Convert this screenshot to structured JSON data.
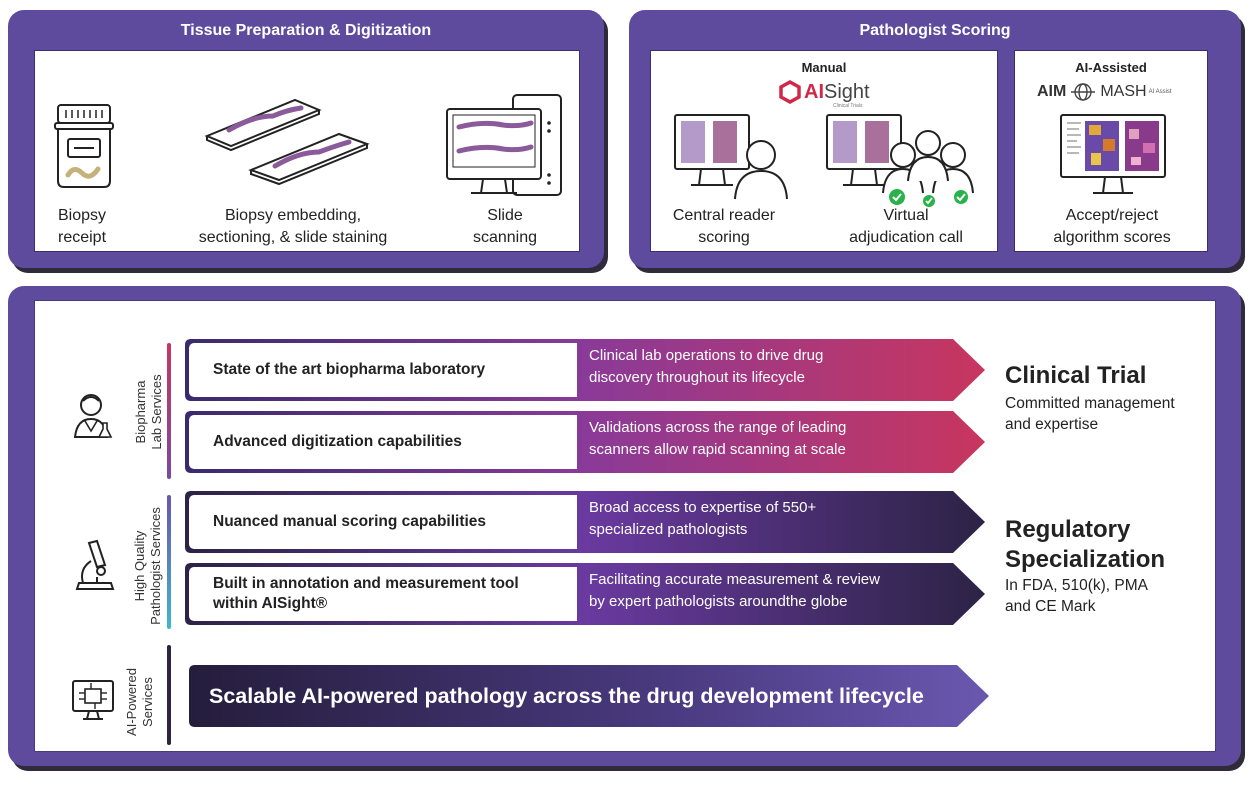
{
  "tissue": {
    "title": "Tissue Preparation & Digitization",
    "steps": [
      {
        "line1": "Biopsy",
        "line2": "receipt"
      },
      {
        "line1": "Biopsy embedding,",
        "line2": "sectioning, & slide staining"
      },
      {
        "line1": "Slide",
        "line2": "scanning"
      }
    ]
  },
  "scoring": {
    "title": "Pathologist Scoring",
    "manual": {
      "label": "Manual",
      "logo_ai": "AI",
      "logo_sight": "Sight",
      "logo_tag": "Clinical Trials",
      "steps": [
        {
          "line1": "Central reader",
          "line2": "scoring"
        },
        {
          "line1": "Virtual",
          "line2": "adjudication call"
        }
      ]
    },
    "assisted": {
      "label": "AI-Assisted",
      "logo_aim": "AIM",
      "logo_mash": "MASH",
      "logo_tag": "AI Assist",
      "step": {
        "line1": "Accept/reject",
        "line2": "algorithm scores"
      }
    }
  },
  "services": {
    "groups": [
      {
        "line1": "Biopharma",
        "line2": "Lab Services"
      },
      {
        "line1": "High Quality",
        "line2": "Pathologist Services"
      },
      {
        "line1": "AI-Powered",
        "line2": "Services"
      }
    ],
    "rows": [
      {
        "label": "State of the art biopharma laboratory",
        "desc1": "Clinical lab operations to drive drug",
        "desc2": "discovery throughout its lifecycle"
      },
      {
        "label": "Advanced digitization capabilities",
        "desc1": "Validations across the range of leading",
        "desc2": "scanners allow rapid scanning at scale"
      },
      {
        "label": "Nuanced manual scoring capabilities",
        "desc1": "Broad access to expertise of 550+",
        "desc2": "specialized pathologists"
      },
      {
        "label1": "Built in annotation and measurement tool",
        "label2": "within AISight®",
        "desc1": "Facilitating accurate measurement & review",
        "desc2": "by expert pathologists aroundthe globe"
      }
    ],
    "banner": "Scalable AI-powered pathology across the drug development lifecycle",
    "clinical": {
      "title": "Clinical Trial",
      "sub1": "Committed management",
      "sub2": "and expertise"
    },
    "regulatory": {
      "title1": "Regulatory",
      "title2": "Specialization",
      "sub1": "In FDA, 510(k), PMA",
      "sub2": "and CE Mark"
    }
  },
  "colors": {
    "panel": "#5f4b9e",
    "pink": "#c8365e",
    "magenta": "#b23fa0",
    "indigo": "#3b2a6e",
    "teal": "#3fb8c7",
    "check": "#27b34a"
  }
}
